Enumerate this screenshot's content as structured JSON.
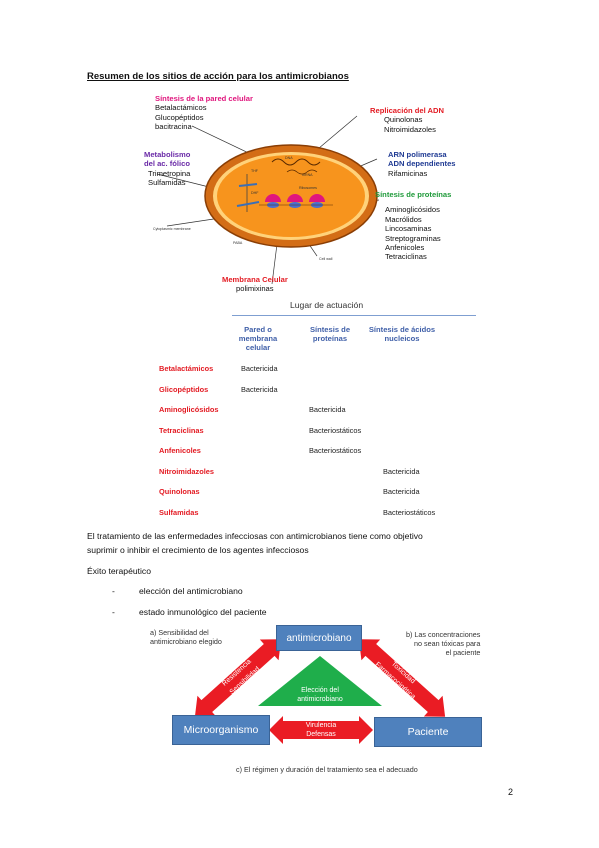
{
  "title": "Resumen de los sitios de acción para los antimicrobianos",
  "cell_diagram": {
    "wall": {
      "heading": "Síntesis de la pared celular",
      "items": [
        "Betalactámicos",
        "Glucopéptidos",
        "bacitracina"
      ]
    },
    "folic": {
      "heading_lines": [
        "Metabolismo",
        "del ac. fólico"
      ],
      "items": [
        "Trimetropina",
        "Sulfamidas"
      ]
    },
    "dna": {
      "heading": "Replicación del ADN",
      "items": [
        "Quinolonas",
        "Nitroimidazoles"
      ]
    },
    "rna": {
      "heading_lines": [
        "ARN polimerasa",
        "ADN dependientes"
      ],
      "items": [
        "Rifamicinas"
      ]
    },
    "protein": {
      "heading": "Síntesis de proteínas",
      "items": [
        "Aminoglicósidos",
        "Macrólidos",
        "Lincosaminas",
        "Streptograminas",
        "Anfenicoles",
        "Tetraciclinas"
      ]
    },
    "membrane": {
      "heading": "Membrana Celular",
      "items": [
        "polimixinas"
      ]
    },
    "tiny_labels": {
      "dna": "DNA",
      "mrna": "mRNA",
      "ribosomes": "Ribosomes",
      "cytoplasmic_membrane": "Cytoplasmic membrane",
      "cell_wall": "Cell wall",
      "thf": "THF",
      "dhf": "DHF",
      "paba": "PABA"
    }
  },
  "table": {
    "caption": "Lugar de actuación",
    "columns": [
      "Pared o membrana celular",
      "Síntesis de proteínas",
      "Síntesis de ácidos nucleicos"
    ],
    "rows": [
      {
        "drug": "Betalactámicos",
        "col": 0,
        "value": "Bactericida"
      },
      {
        "drug": "Glicopéptidos",
        "col": 0,
        "value": "Bactericida"
      },
      {
        "drug": "Aminoglicósidos",
        "col": 1,
        "value": "Bactericida"
      },
      {
        "drug": "Tetraciclinas",
        "col": 1,
        "value": "Bacteriostáticos"
      },
      {
        "drug": "Anfenicoles",
        "col": 1,
        "value": "Bacteriostáticos"
      },
      {
        "drug": "Nitroimidazoles",
        "col": 2,
        "value": "Bactericida"
      },
      {
        "drug": "Quinolonas",
        "col": 2,
        "value": "Bactericida"
      },
      {
        "drug": "Sulfamidas",
        "col": 2,
        "value": "Bacteriostáticos"
      }
    ]
  },
  "paragraph_lines": [
    "El tratamiento de las enfermedades infecciosas con antimicrobianos tiene como objetivo",
    "suprimir o inhibir el crecimiento de los agentes infecciosos"
  ],
  "success_heading": "Éxito terapéutico",
  "bullets": [
    "elección del antimicrobiano",
    "estado inmunológico del paciente"
  ],
  "triangle": {
    "top_box": "antimicrobiano",
    "left_box": "Microorganismo",
    "right_box": "Paciente",
    "center": [
      "Elección del",
      "antimicrobiano"
    ],
    "left_arrow": [
      "Resistencia",
      "Sensibilidad"
    ],
    "right_arrow": [
      "Toxicidad",
      "Farmacocinética"
    ],
    "bottom_arrow": [
      "Virulencia",
      "Defensas"
    ],
    "note_a": [
      "a)  Sensibilidad del",
      "antimicrobiano elegido"
    ],
    "note_b": [
      "b) Las concentraciones",
      "no sean tóxicas para",
      "el paciente"
    ],
    "note_c": "c) El régimen y duración del tratamiento sea el adecuado"
  },
  "page_number": "2",
  "colors": {
    "cell_orange": "#f08a24",
    "cell_inner": "#ffb347",
    "box_blue": "#4f81bd",
    "arrow_red": "#ea1c24",
    "triangle_green": "#1fae4b"
  }
}
